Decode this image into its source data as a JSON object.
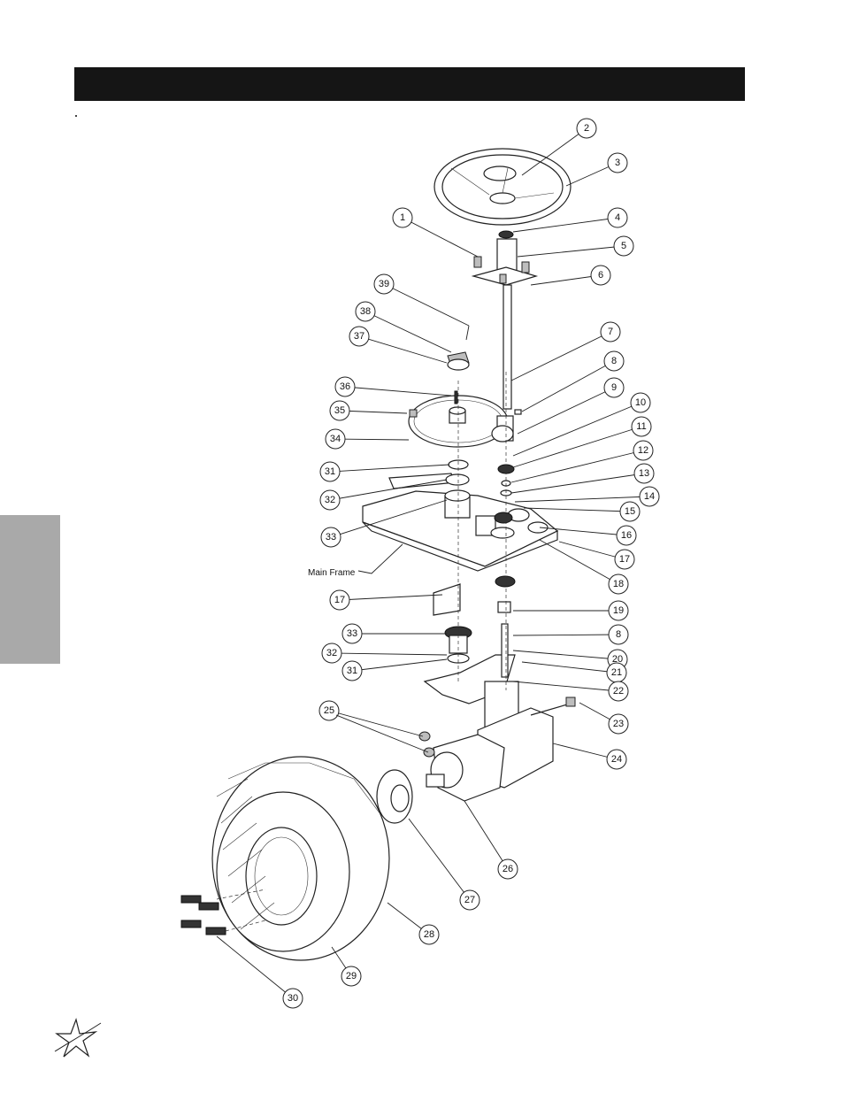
{
  "header": {
    "title": ""
  },
  "labels": {
    "main_frame": "Main Frame"
  },
  "callouts": [
    {
      "num": "1"
    },
    {
      "num": "2"
    },
    {
      "num": "3"
    },
    {
      "num": "4"
    },
    {
      "num": "5"
    },
    {
      "num": "6"
    },
    {
      "num": "7"
    },
    {
      "num": "8"
    },
    {
      "num": "9"
    },
    {
      "num": "10"
    },
    {
      "num": "11"
    },
    {
      "num": "12"
    },
    {
      "num": "13"
    },
    {
      "num": "14"
    },
    {
      "num": "15"
    },
    {
      "num": "16"
    },
    {
      "num": "17"
    },
    {
      "num": "18"
    },
    {
      "num": "19"
    },
    {
      "num": "8"
    },
    {
      "num": "20"
    },
    {
      "num": "21"
    },
    {
      "num": "22"
    },
    {
      "num": "23"
    },
    {
      "num": "24"
    },
    {
      "num": "25"
    },
    {
      "num": "26"
    },
    {
      "num": "27"
    },
    {
      "num": "28"
    },
    {
      "num": "29"
    },
    {
      "num": "30"
    },
    {
      "num": "39"
    },
    {
      "num": "38"
    },
    {
      "num": "37"
    },
    {
      "num": "36"
    },
    {
      "num": "35"
    },
    {
      "num": "34"
    },
    {
      "num": "31"
    },
    {
      "num": "32"
    },
    {
      "num": "33"
    },
    {
      "num": "17"
    },
    {
      "num": "33"
    },
    {
      "num": "32"
    },
    {
      "num": "31"
    }
  ],
  "colors": {
    "header_bar": "#151515",
    "side_tab": "#a9a9a9"
  },
  "logo": {
    "icon": "star-swoosh-logo-icon"
  }
}
